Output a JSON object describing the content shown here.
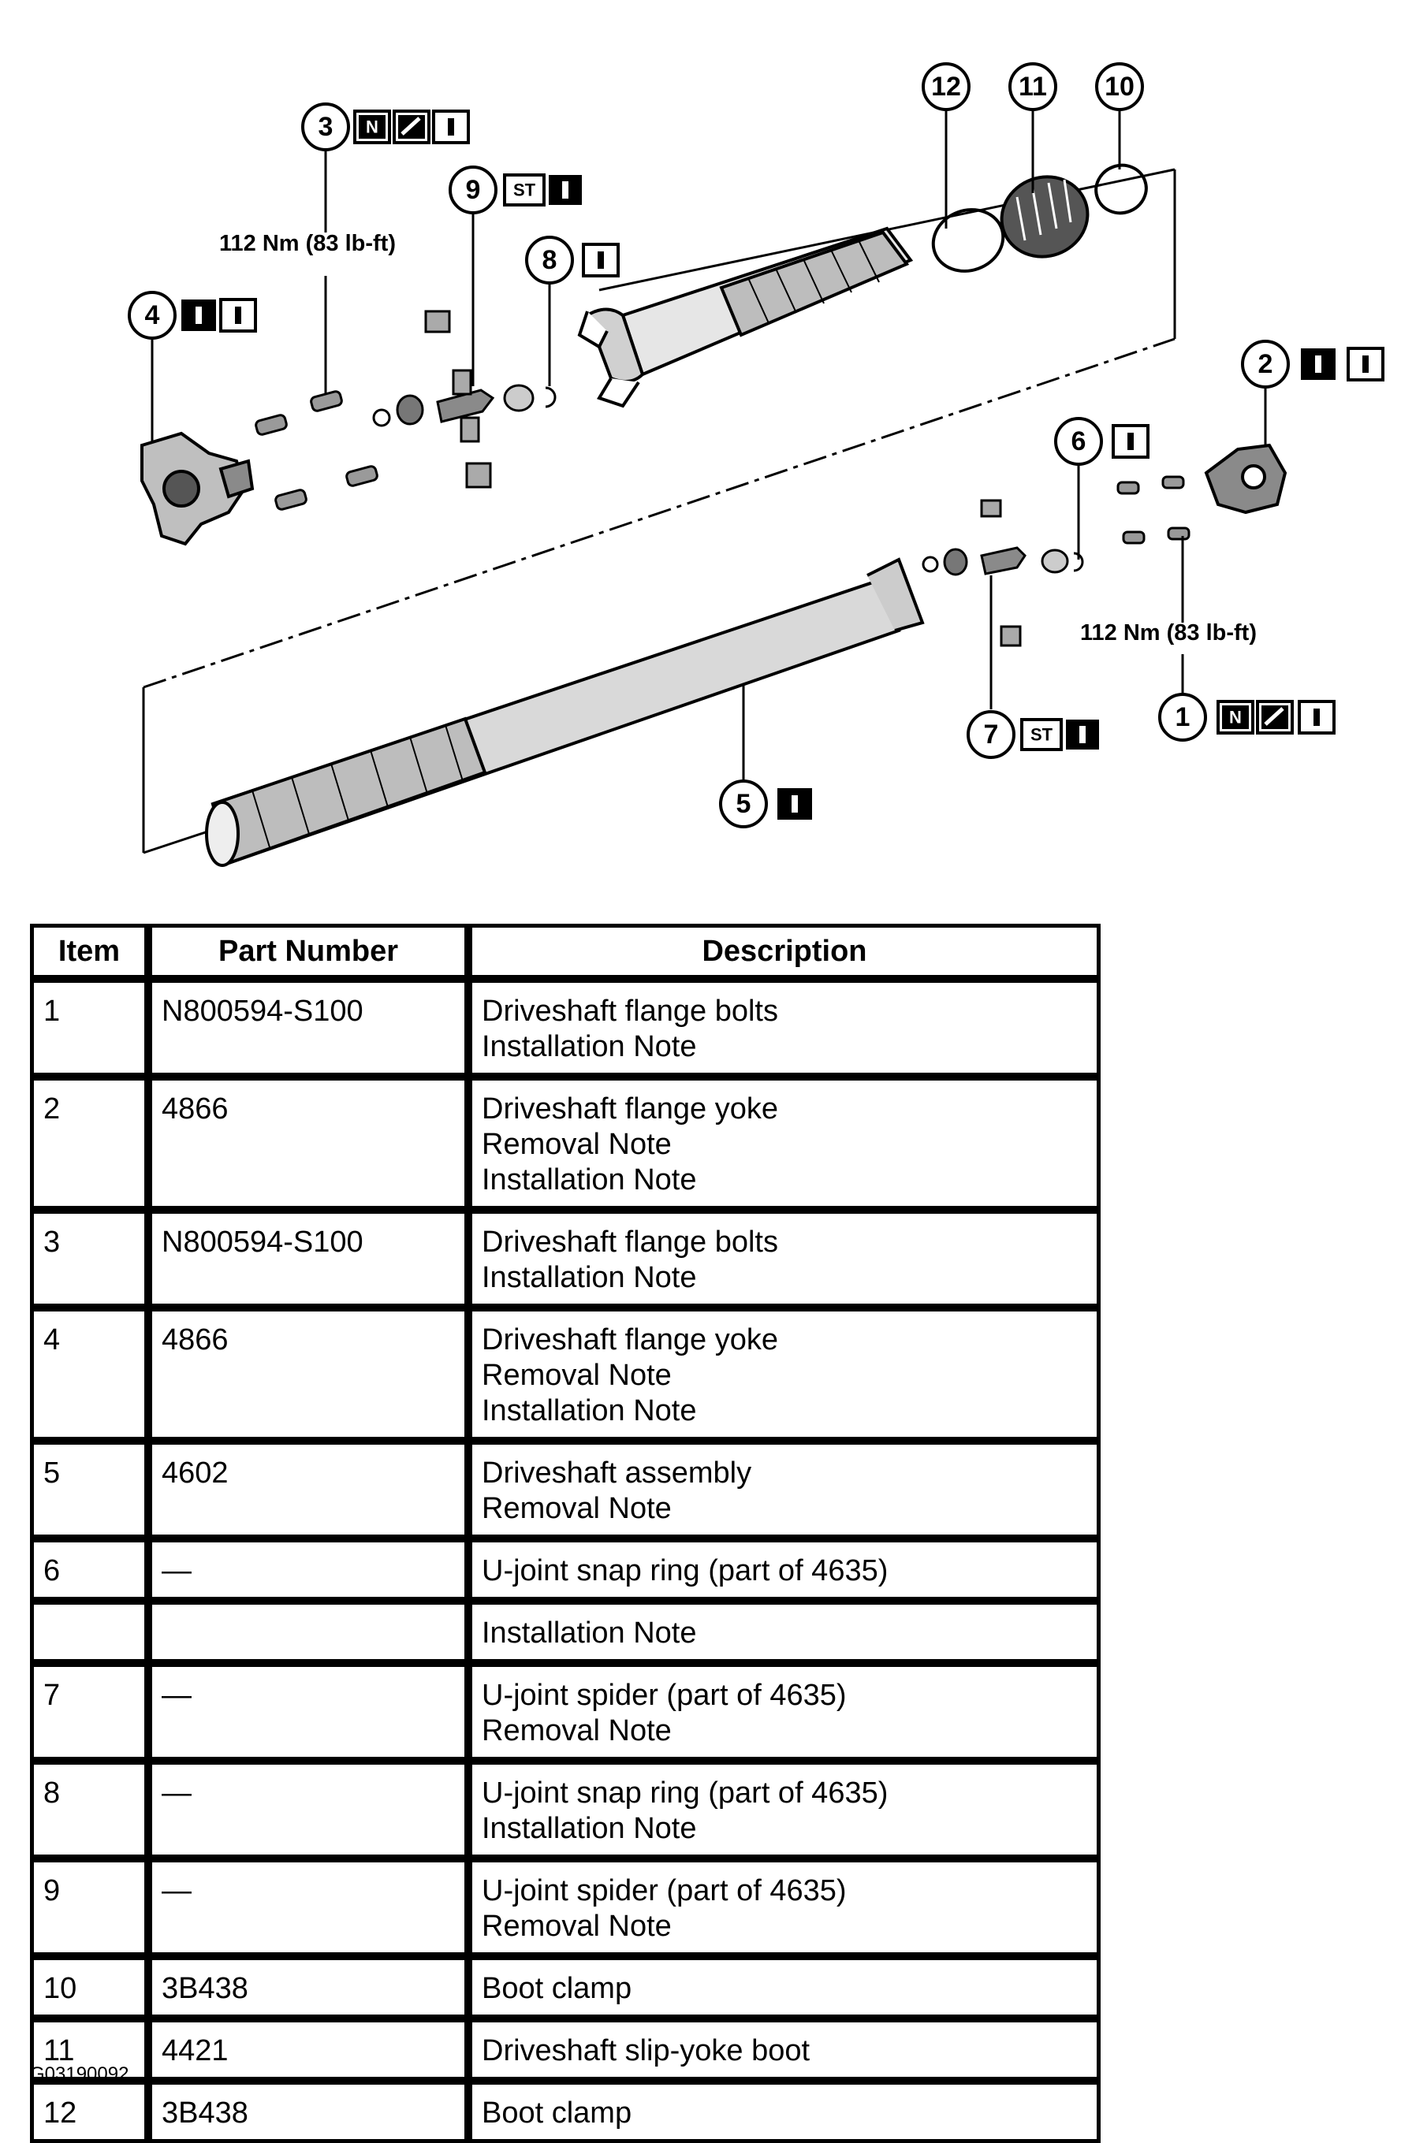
{
  "diagram": {
    "torque_upper": "112 Nm (83 lb-ft)",
    "torque_lower": "112 Nm (83 lb-ft)",
    "callouts": [
      {
        "num": "1",
        "badges": [
          "N",
          "wrench",
          "i"
        ]
      },
      {
        "num": "2",
        "badges": [
          "i-dark",
          "i"
        ]
      },
      {
        "num": "3",
        "badges": [
          "N",
          "wrench",
          "i"
        ]
      },
      {
        "num": "4",
        "badges": [
          "i-dark",
          "i"
        ]
      },
      {
        "num": "5",
        "badges": [
          "i-dark"
        ]
      },
      {
        "num": "6",
        "badges": [
          "i"
        ]
      },
      {
        "num": "7",
        "badges": [
          "ST",
          "i-dark"
        ]
      },
      {
        "num": "8",
        "badges": [
          "i"
        ]
      },
      {
        "num": "9",
        "badges": [
          "ST",
          "i-dark"
        ]
      },
      {
        "num": "10",
        "badges": []
      },
      {
        "num": "11",
        "badges": []
      },
      {
        "num": "12",
        "badges": []
      }
    ]
  },
  "table": {
    "headers": {
      "item": "Item",
      "part": "Part Number",
      "desc": "Description"
    },
    "rows": [
      {
        "item": "1",
        "part": "N800594-S100",
        "desc": [
          "Driveshaft flange bolts",
          "Installation Note"
        ]
      },
      {
        "item": "2",
        "part": "4866",
        "desc": [
          "Driveshaft flange yoke",
          "Removal Note",
          "Installation Note"
        ]
      },
      {
        "item": "3",
        "part": "N800594-S100",
        "desc": [
          "Driveshaft flange bolts",
          "Installation Note"
        ]
      },
      {
        "item": "4",
        "part": "4866",
        "desc": [
          "Driveshaft flange yoke",
          "Removal Note",
          "Installation Note"
        ]
      },
      {
        "item": "5",
        "part": "4602",
        "desc": [
          "Driveshaft assembly",
          "Removal Note"
        ]
      },
      {
        "item": "6",
        "part": "—",
        "desc": [
          "U-joint snap ring (part of 4635)"
        ]
      },
      {
        "item": "",
        "part": "",
        "desc": [
          "Installation Note"
        ]
      },
      {
        "item": "7",
        "part": "—",
        "desc": [
          "U-joint spider (part of 4635)",
          "Removal Note"
        ]
      },
      {
        "item": "8",
        "part": "—",
        "desc": [
          "U-joint snap ring (part of 4635)",
          "Installation Note"
        ]
      },
      {
        "item": "9",
        "part": "—",
        "desc": [
          "U-joint spider (part of 4635)",
          "Removal Note"
        ]
      },
      {
        "item": "10",
        "part": "3B438",
        "desc": [
          "Boot clamp"
        ]
      },
      {
        "item": "11",
        "part": "4421",
        "desc": [
          "Driveshaft slip-yoke boot"
        ]
      },
      {
        "item": "12",
        "part": "3B438",
        "desc": [
          "Boot clamp"
        ]
      }
    ]
  },
  "figure_code": "G03190092"
}
